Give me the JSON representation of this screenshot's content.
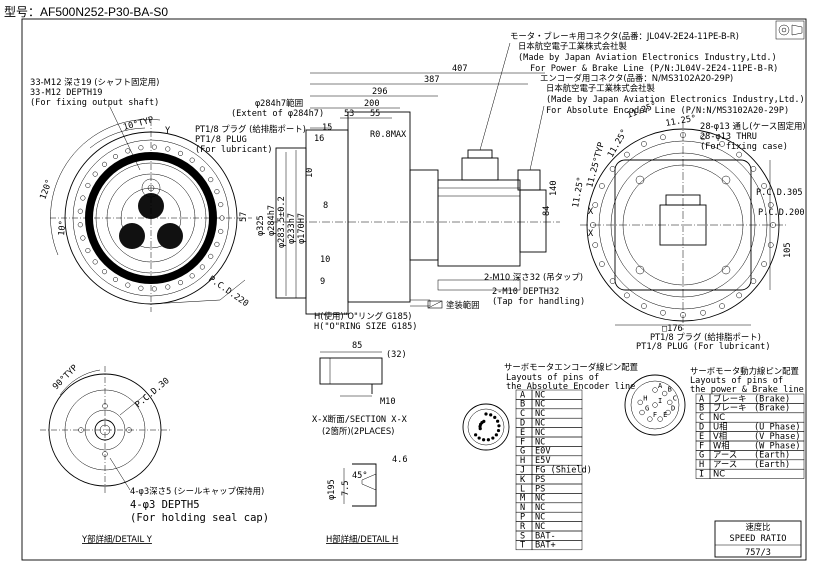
{
  "header": {
    "model_label": "型号：AF500N252-P30-BA-S0"
  },
  "connectors": {
    "motor_jp": "モータ・ブレーキ用コネクタ(品番：JL04V-2E24-11PE-B-R)",
    "motor_maker_jp": "日本航空電子工業株式会社製",
    "motor_maker_en": "(Made by Japan Aviation Electronics Industry,Ltd.)",
    "motor_en": "For Power & Brake Line (P/N:JL04V-2E24-11PE-B-R)",
    "encoder_jp": "エンコーダ用コネクタ(品番：N/MS3102A20-29P)",
    "encoder_maker_jp": "日本航空電子工業株式会社製",
    "encoder_maker_en": "(Made by Japan Aviation Electronics Industry,Ltd.)",
    "encoder_en": "For Absolute Encoder Line (P/N:N/MS3102A20-29P)"
  },
  "dims": {
    "d407": "407",
    "d387": "387",
    "d296": "296",
    "d200": "200",
    "d53": "53",
    "d55": "55",
    "d15": "15",
    "d16": "16",
    "r08": "R0.8MAX",
    "phi284": "φ284h7範囲",
    "phi284_en": "(Extent of φ284h7)",
    "d140": "140",
    "d84": "84",
    "d57": "57",
    "d105": "105",
    "phi325": "φ325",
    "phi284h7": "φ284h7",
    "phi283": "φ283.5±0.2",
    "phi233": "φ233h7",
    "phi170": "φ170H7",
    "d10": "10",
    "d8": "8",
    "d9": "9",
    "sq176": "□176",
    "d85": "85",
    "d32": "(32)",
    "m10": "M10",
    "d4_6": "4.6",
    "phi195": "φ195",
    "d7_5": "7.5",
    "d45": "45°"
  },
  "left_view": {
    "hole_jp": "33-M12 深さ19 (シャフト固定用)",
    "hole_en1": "33-M12 DEPTH19",
    "hole_en2": "(For fixing output shaft)",
    "pcd": "P.C.D.220",
    "angle_120": "120°",
    "angle_10": "10°",
    "angle_10typ": "10°TYP",
    "marker_y": "Y"
  },
  "plug_top": {
    "jp": "PT1/8 プラグ (給排脂ポート)",
    "en1": "PT1/8 PLUG",
    "en2": "(For lubricant)"
  },
  "oring": {
    "jp": "H(使用)\"O\"リング G185)",
    "en": "H(\"O\"RING SIZE G185)",
    "legend": "塗装範囲"
  },
  "tap": {
    "jp": "2-M10 深さ32 (吊タップ)",
    "en1": "2-M10 DEPTH32",
    "en2": "(Tap for handling)"
  },
  "right_view": {
    "hole_jp": "28-φ13 通し(ケース固定用)",
    "hole_en1": "28-φ13 THRU",
    "hole_en2": "(For fixing case)",
    "a1125": "11.25°",
    "a1125typ": "11.25°TYP",
    "pcd305": "P.C.D.305",
    "pcd200": "P.C.D.200",
    "x1": "X",
    "x2": "X"
  },
  "plug_bottom": {
    "jp": "PT1/8 プラグ (給排脂ポート)",
    "en": "PT1/8 PLUG (For lubricant)"
  },
  "section": {
    "title": "X-X断面/SECTION X-X",
    "sub": "(2箇所)(2PLACES)"
  },
  "detail_y": {
    "pcd": "P.C.D.30",
    "angle": "90°TYP",
    "hole_jp": "4-φ3深さ5 (シールキャップ保持用)",
    "hole_en1": "4-φ3 DEPTH5",
    "hole_en2": "(For holding seal cap)",
    "title": "Y部詳細/DETAIL Y"
  },
  "detail_h": {
    "title": "H部詳細/DETAIL H"
  },
  "encoder_table": {
    "title_jp": "サーボモータエンコーダ線ピン配置",
    "title_en1": "Layouts of pins of",
    "title_en2": "the Absolute Encoder line",
    "rows": [
      [
        "A",
        "NC"
      ],
      [
        "B",
        "NC"
      ],
      [
        "C",
        "NC"
      ],
      [
        "D",
        "NC"
      ],
      [
        "E",
        "NC"
      ],
      [
        "F",
        "NC"
      ],
      [
        "G",
        "E0V"
      ],
      [
        "H",
        "E5V"
      ],
      [
        "J",
        "FG (Shield)"
      ],
      [
        "K",
        "PS"
      ],
      [
        "L",
        "PS"
      ],
      [
        "M",
        "NC"
      ],
      [
        "N",
        "NC"
      ],
      [
        "P",
        "NC"
      ],
      [
        "R",
        "NC"
      ],
      [
        "S",
        "BAT-"
      ],
      [
        "T",
        "BAT+"
      ]
    ]
  },
  "power_table": {
    "title_jp": "サーボモータ動力線ピン配置",
    "title_en1": "Layouts of pins of",
    "title_en2": "the power & Brake line",
    "rows": [
      [
        "A",
        "ブレーキ",
        "(Brake)"
      ],
      [
        "B",
        "ブレーキ",
        "(Brake)"
      ],
      [
        "C",
        "NC",
        ""
      ],
      [
        "D",
        "U相",
        "(U Phase)"
      ],
      [
        "E",
        "V相",
        "(V Phase)"
      ],
      [
        "F",
        "W相",
        "(W Phase)"
      ],
      [
        "G",
        "アース",
        "(Earth)"
      ],
      [
        "H",
        "アース",
        "(Earth)"
      ],
      [
        "I",
        "NC",
        ""
      ]
    ]
  },
  "ratio": {
    "jp": "速度比",
    "en": "SPEED RATIO",
    "value": "757/3"
  }
}
